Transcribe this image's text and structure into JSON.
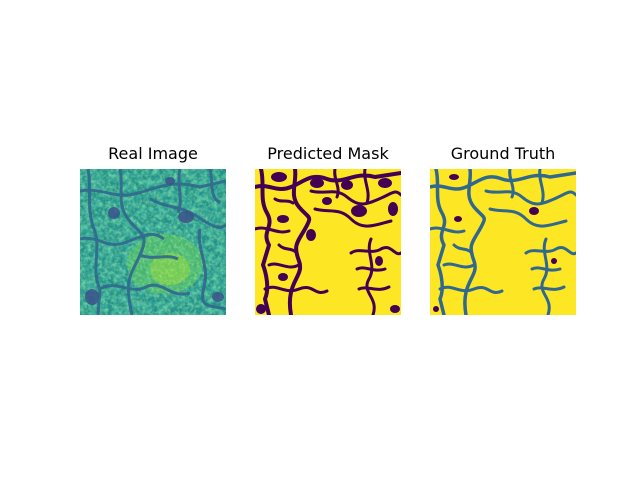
{
  "figure": {
    "panels": [
      {
        "title": "Real Image"
      },
      {
        "title": "Predicted Mask"
      },
      {
        "title": "Ground Truth"
      }
    ]
  },
  "colors": {
    "viridis_dark": "#440154",
    "viridis_blue": "#31688e",
    "viridis_teal": "#21918c",
    "viridis_green": "#35b779",
    "viridis_lime": "#90d743",
    "viridis_yellow": "#fde725",
    "background": "#ffffff",
    "text": "#000000"
  }
}
